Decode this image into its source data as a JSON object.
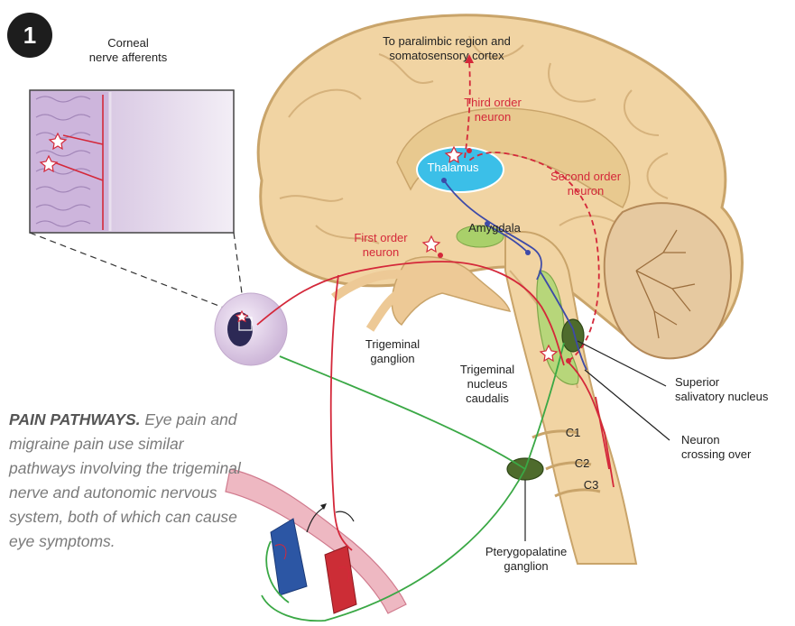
{
  "badge": "1",
  "labels": {
    "corneal": [
      "Corneal",
      "nerve afferents"
    ],
    "paralimbic": [
      "To paralimbic region and",
      "somatosensory cortex"
    ],
    "third_order": [
      "Third order",
      "neuron"
    ],
    "thalamus": "Thalamus",
    "second_order": [
      "Second order",
      "neuron"
    ],
    "amygdala": "Amygdala",
    "first_order": [
      "First order",
      "neuron"
    ],
    "trigeminal_ganglion": [
      "Trigeminal",
      "ganglion"
    ],
    "trigeminal_nucleus": [
      "Trigeminal",
      "nucleus",
      "caudalis"
    ],
    "superior_salivatory": [
      "Superior",
      "salivatory nucleus"
    ],
    "neuron_crossing": [
      "Neuron",
      "crossing over"
    ],
    "c1": "C1",
    "c2": "C2",
    "c3": "C3",
    "pterygopalatine": [
      "Pterygopalatine",
      "ganglion"
    ]
  },
  "caption": {
    "bold": "PAIN PATHWAYS.",
    "text": " Eye pain and migraine pain use similar pathways involving the trigeminal nerve and autonomic nervous system, both of which can cause eye symptoms."
  },
  "colors": {
    "brain": "#f1d4a3",
    "brain_outline": "#c9a46a",
    "thalamus": "#3bbfe8",
    "amygdala": "#a9d06a",
    "red_pathway": "#d4283a",
    "blue_pathway": "#3d4aa8",
    "green_pathway": "#3aa845",
    "caption_text": "#7a7a7a"
  }
}
